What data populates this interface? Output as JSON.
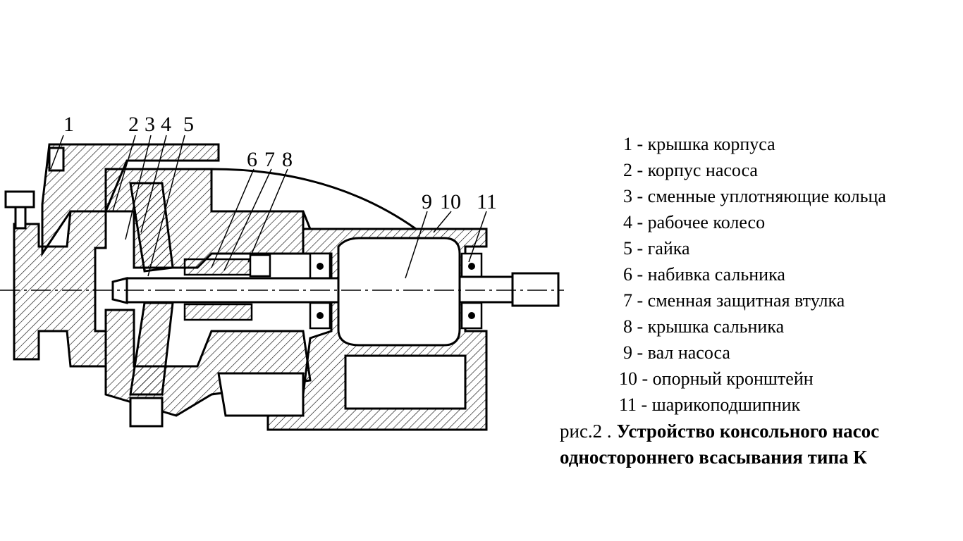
{
  "callouts": [
    "1",
    "2",
    "3",
    "4",
    "5",
    "6",
    "7",
    "8",
    "9",
    "10",
    "11"
  ],
  "legend": [
    "1 - крышка корпуса",
    "2 - корпус насоса",
    "3 - сменные уплотняющие кольца",
    "4 - рабочее колесо",
    "5 - гайка",
    "6 - набивка сальника",
    "7 - сменная защитная втулка",
    "8 - крышка сальника",
    "9 - вал насоса",
    "10 - опорный кронштейн",
    "11 - шарикоподшипник"
  ],
  "caption": {
    "prefix": "рис.2 . ",
    "line1": "Устройство консольного насос",
    "line2": "одностороннего всасывания типа К"
  }
}
